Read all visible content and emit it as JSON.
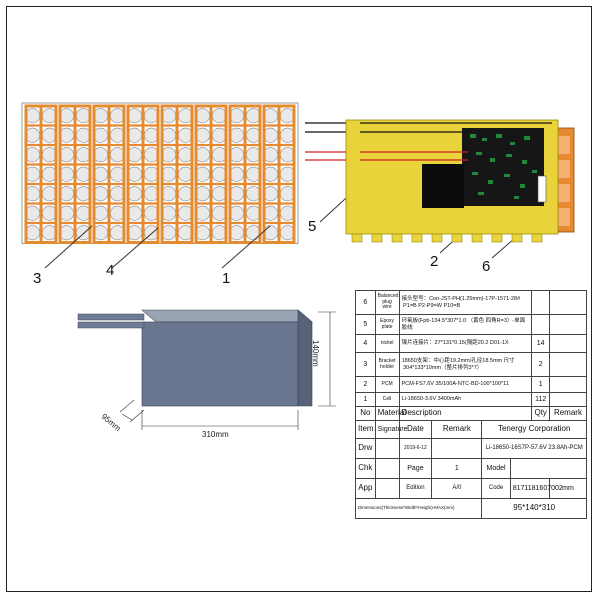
{
  "callouts": {
    "c1": "1",
    "c2": "2",
    "c3": "3",
    "c4": "4",
    "c5": "5",
    "c6": "6"
  },
  "dimensions": {
    "height": "140mm",
    "width": "310mm",
    "depth": "95mm"
  },
  "bom_rows": [
    {
      "no": "6",
      "material": "Balanced plug wire",
      "description": "接头型号：Con-JST-PH(1.25mm)-17P-1571-28#\n P1=B P2-P9=W P10=B",
      "qty": ""
    },
    {
      "no": "5",
      "material": "Epoxy plate",
      "description": "环氧板(Fpb-134.5*307*1.0 （黄色 四角R=3）-单面胶线",
      "qty": ""
    },
    {
      "no": "4",
      "material": "nickel",
      "description": "镍片连接片：27*131*0.15(隔距20.2 D01-1X",
      "qty": "14"
    },
    {
      "no": "3",
      "material": "Bracket holder",
      "description": "18650支架：中心距19.2mm/孔径18.5mm 尺寸\n 304*133*10mm（整片排列3*7）",
      "qty": "2"
    },
    {
      "no": "2",
      "material": "PCM",
      "description": "PCM-FS7.6V 35/100A-NTC-BD-100*100*11",
      "qty": "1"
    },
    {
      "no": "1",
      "material": "Cell",
      "description": "Li-18650-3.6V 3400mAh",
      "qty": "112"
    }
  ],
  "bom_header": {
    "no": "No",
    "material": "Material",
    "description": "Description",
    "qty": "Qty",
    "remark": "Remark"
  },
  "title_block": {
    "item": "Item",
    "signature": "Signature",
    "date": "Date",
    "remark": "Remark",
    "company": "Tenergy Corporation",
    "drw": "Drw",
    "drw_date": "2019-6-12",
    "product": "Li-18650-16S7P-57.6V 23.8Ah-PCM",
    "chk": "Chk",
    "page_label": "Page",
    "page_value": "1",
    "model_label": "Model",
    "app": "App",
    "edition_label": "Edition",
    "edition_value": "A/0",
    "code_label": "Code",
    "code_value": "8171181607002",
    "unit": "mm",
    "dimensions_label": "Dimensions(Thickness*Width*Height)-MAX(mm)",
    "dimensions_value": "95*140*310"
  },
  "colors": {
    "nickel": "#e58a2e",
    "cell": "#e9e9e9",
    "epoxy": "#e8d33a",
    "pcb": "#161616",
    "pack_front": "#6b7790",
    "pack_top": "#9aa3b4"
  }
}
